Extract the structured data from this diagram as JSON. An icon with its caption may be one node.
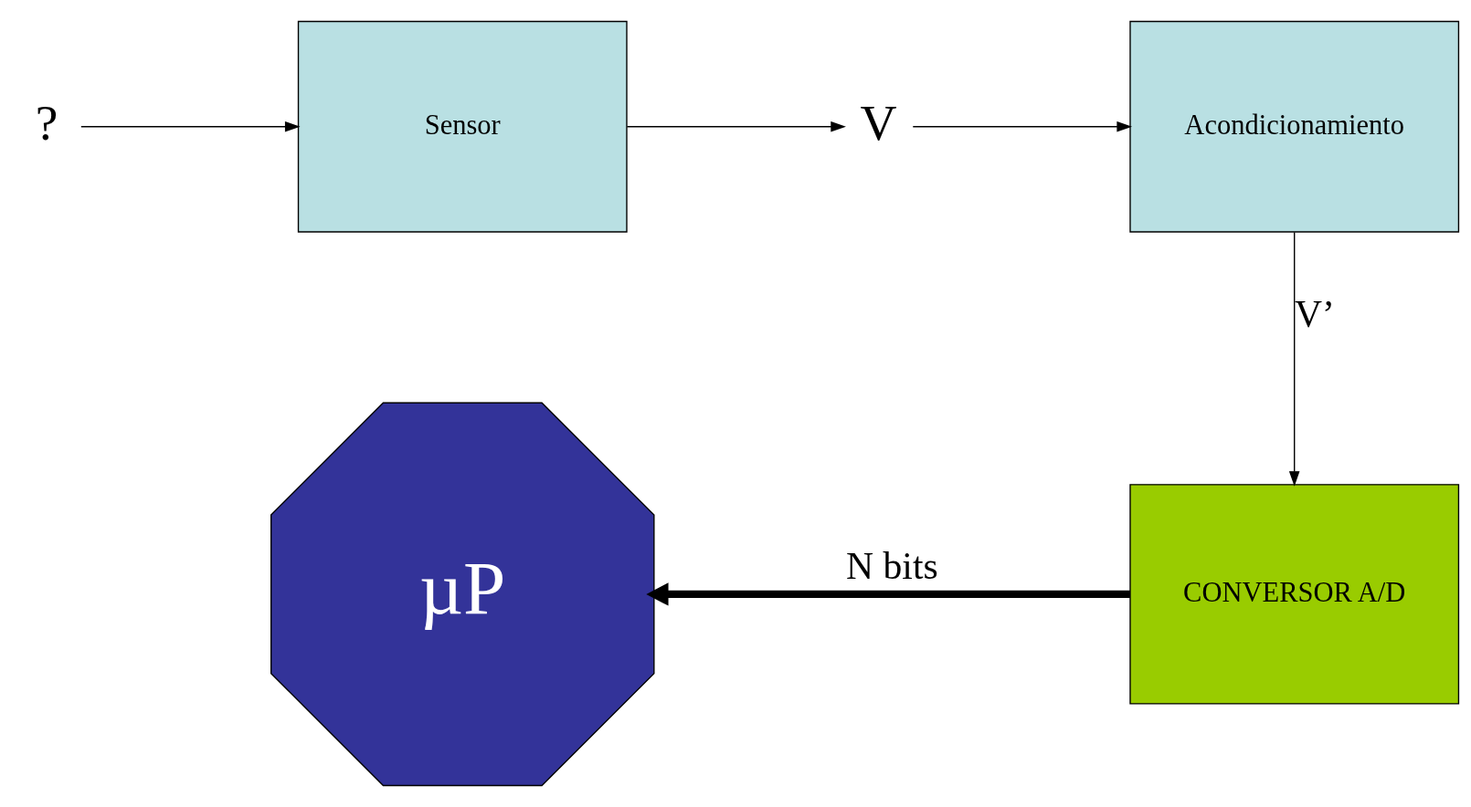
{
  "diagram": {
    "nodes": [
      {
        "text": [
          "?"
        ]
      },
      {
        "text": [
          "Sensor"
        ]
      },
      {
        "text": [
          "V"
        ]
      },
      {
        "text": [
          "Acondicionamiento"
        ]
      },
      {
        "text": [
          "CONVERSOR A/D"
        ]
      },
      {
        "text": [
          "µP"
        ]
      }
    ],
    "edges": [
      {
        "from": 0,
        "to": 1,
        "arrow": "to"
      },
      {
        "from": 1,
        "to": 2,
        "arrow": "to"
      },
      {
        "from": 2,
        "to": 3,
        "arrow": "to"
      },
      {
        "from": 3,
        "to": 4,
        "arrow": "to",
        "label": "V’"
      },
      {
        "from": 4,
        "to": 5,
        "arrow": "to",
        "label": "N bits",
        "style": "thick"
      }
    ]
  }
}
